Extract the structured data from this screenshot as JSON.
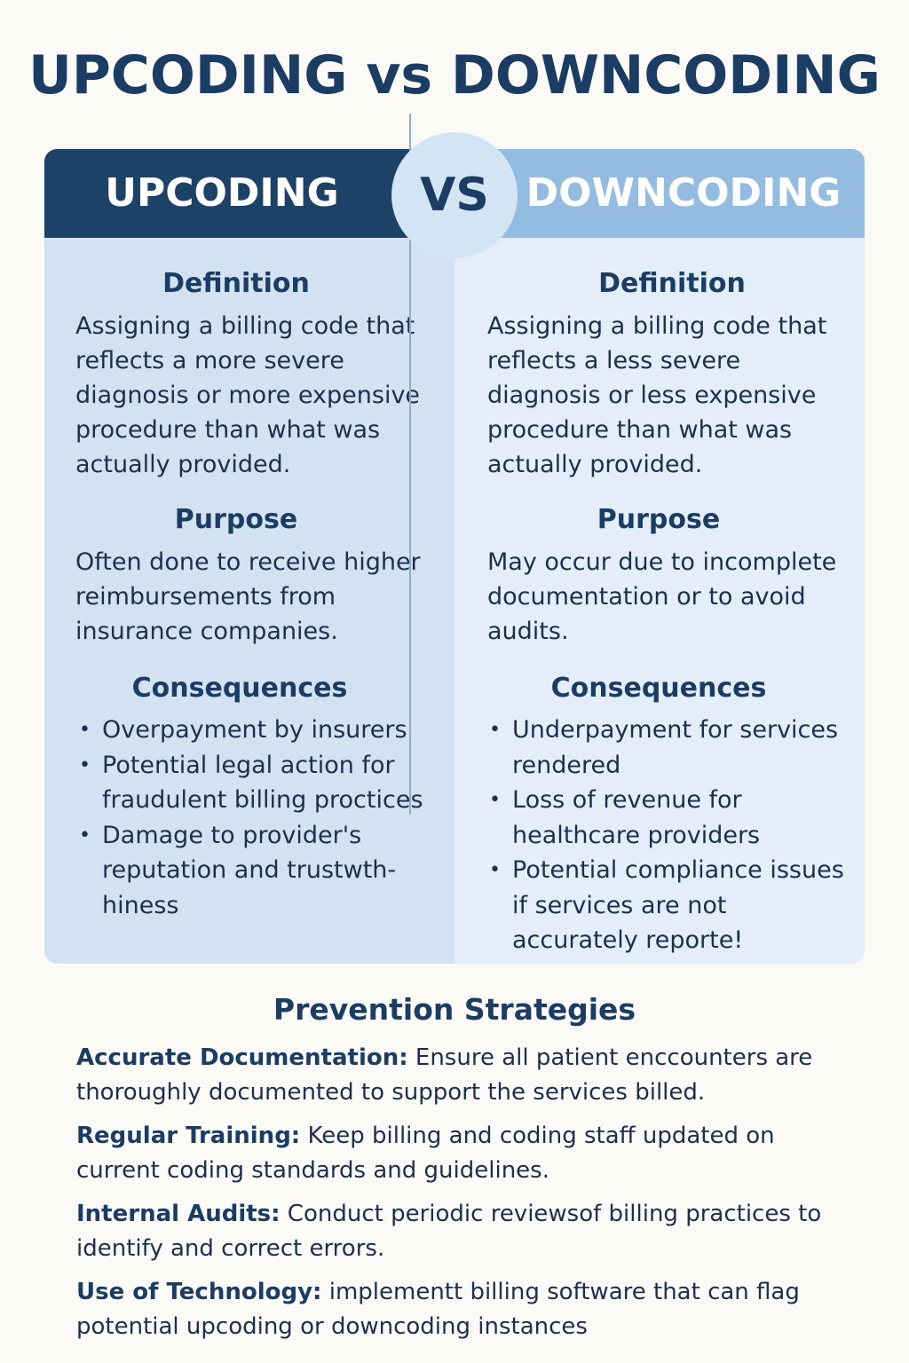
{
  "title": "UPCODING vs DOWNCODING",
  "vs_label": "VS",
  "upcoding": {
    "header": "UPCODING",
    "definition_heading": "Definition",
    "definition_text": "Assigning a billing code that reflects a more severe diagnosis or more expensive procedure than what was actually provided.",
    "purpose_heading": "Purpose",
    "purpose_text": "Often done to receive higher reimbursements from insurance companies.",
    "consequences_heading": "Consequences",
    "consequences": [
      "Overpayment by insurers",
      "Potential legal action for fraudulent billing proctices",
      "Damage to provider's reputation and trustwth- hiness"
    ]
  },
  "downcoding": {
    "header": "DOWNCODING",
    "definition_heading": "Definition",
    "definition_text": "Assigning a billing code that reflects a less severe diagnosis or less expensive procedure than what was actually provided.",
    "purpose_heading": "Purpose",
    "purpose_text": "May occur due to incomplete documentation or to avoid audits.",
    "consequences_heading": "Consequences",
    "consequences": [
      "Underpayment for services rendered",
      "Loss of revenue for healthcare providers",
      "Potential compliance issues if services are not accurately reporte!"
    ]
  },
  "prevention": {
    "title": "Prevention Strategies",
    "items": [
      {
        "label": "Accurate Documentation:",
        "text": " Ensure all patient enccounters are thoroughly documented to support the services billed."
      },
      {
        "label": "Regular Training:",
        "text": " Keep billing and coding staff updated on current coding standards and guidelines."
      },
      {
        "label": "Internal Audits:",
        "text": " Conduct periodic reviewsof billing practices to identify and correct errors."
      },
      {
        "label": "Use of Technology:",
        "text": " implementt billing software that can flag potential upcoding or downcoding instances"
      }
    ]
  },
  "colors": {
    "dark_navy": "#1d4267",
    "light_blue_header": "#94bce0",
    "left_panel": "#d3e2f1",
    "right_panel": "#e4eef8",
    "text": "#1b3c63"
  }
}
